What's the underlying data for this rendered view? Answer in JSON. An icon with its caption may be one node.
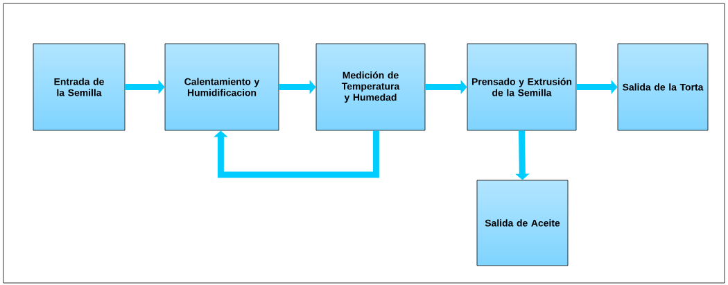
{
  "diagram": {
    "nodes": [
      {
        "text": [
          "Entrada de la Semilla"
        ]
      },
      {
        "text": [
          "Calentamiento y Humidificacion"
        ]
      },
      {
        "text": [
          "Medición de Temperatura y Humedad"
        ]
      },
      {
        "text": [
          "Prensado y Extrusión de la Semilla"
        ]
      },
      {
        "text": [
          "Salida de la Torta"
        ]
      },
      {
        "text": [
          "Salida de Aceite"
        ]
      }
    ],
    "edges": [
      {
        "from": 0,
        "to": 1,
        "arrow": "to"
      },
      {
        "from": 1,
        "to": 2,
        "arrow": "to"
      },
      {
        "from": 2,
        "to": 3,
        "arrow": "to"
      },
      {
        "from": 3,
        "to": 4,
        "arrow": "to"
      },
      {
        "from": 2,
        "to": 1,
        "arrow": "to"
      },
      {
        "from": 3,
        "to": 5,
        "arrow": "to"
      }
    ]
  }
}
